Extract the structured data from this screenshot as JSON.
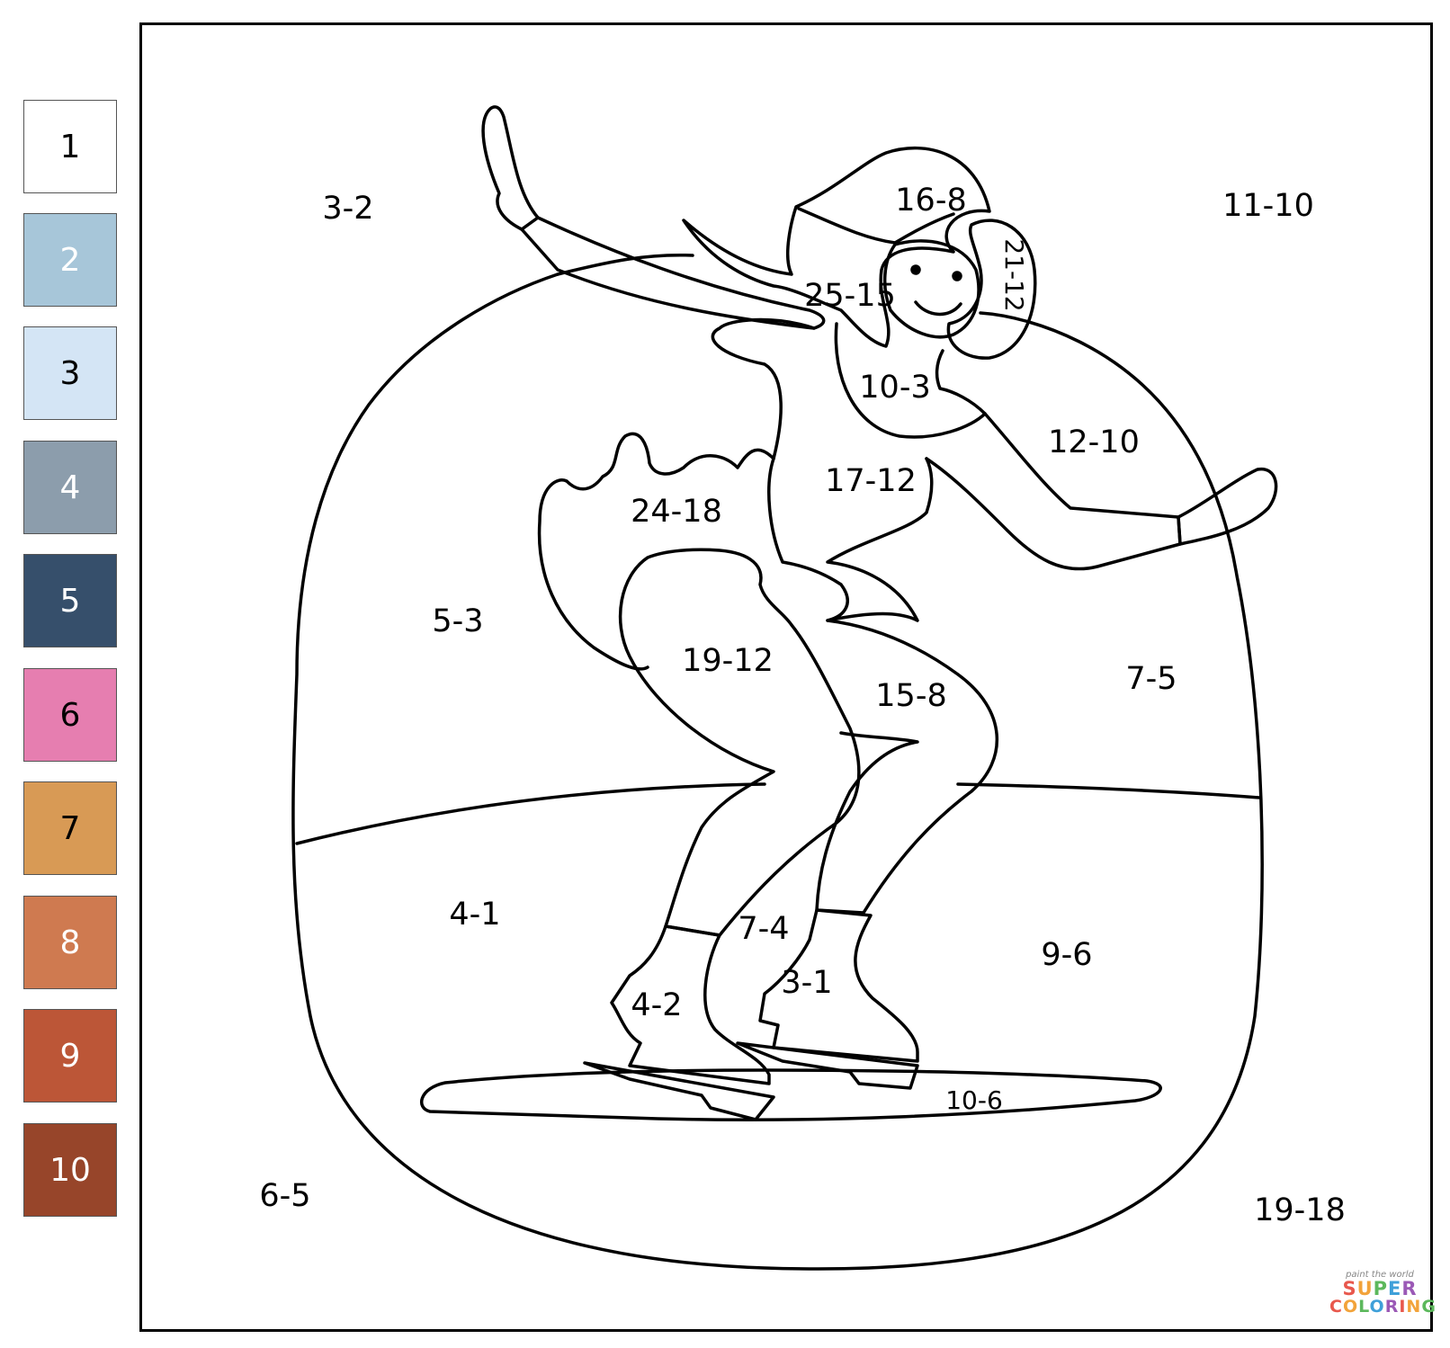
{
  "legend": [
    {
      "num": "1",
      "color": "#ffffff",
      "text_color": "#000000"
    },
    {
      "num": "2",
      "color": "#a7c6d9",
      "text_color": "#ffffff"
    },
    {
      "num": "3",
      "color": "#d4e5f5",
      "text_color": "#000000"
    },
    {
      "num": "4",
      "color": "#8c9dac",
      "text_color": "#ffffff"
    },
    {
      "num": "5",
      "color": "#364f6b",
      "text_color": "#ffffff"
    },
    {
      "num": "6",
      "color": "#e67eb0",
      "text_color": "#000000"
    },
    {
      "num": "7",
      "color": "#d89a55",
      "text_color": "#000000"
    },
    {
      "num": "8",
      "color": "#cf7a50",
      "text_color": "#ffffff"
    },
    {
      "num": "9",
      "color": "#bc5637",
      "text_color": "#ffffff"
    },
    {
      "num": "10",
      "color": "#97452a",
      "text_color": "#ffffff"
    }
  ],
  "region_labels": {
    "bg_top_left": "3-2",
    "hair_top": "16-8",
    "bg_top_right": "11-10",
    "earmuff": "21-12",
    "hair_back": "25-15",
    "face_neck": "10-3",
    "arm_right": "12-10",
    "torso": "17-12",
    "skirt": "24-18",
    "wall_left": "5-3",
    "leg_back": "19-12",
    "leg_front": "15-8",
    "wall_right": "7-5",
    "ice_left": "4-1",
    "ice_mid": "7-4",
    "ice_right": "9-6",
    "skate_front": "3-1",
    "skate_back": "4-2",
    "shadow": "10-6",
    "bg_bottom_left": "6-5",
    "bg_bottom_right": "19-18"
  },
  "logo": {
    "tagline": "paint the world",
    "word1": "SUPER",
    "word2": "COLORING",
    "colors": [
      "#e8584d",
      "#f2a33a",
      "#5cb85c",
      "#3fa0d9",
      "#9b59b6"
    ]
  }
}
